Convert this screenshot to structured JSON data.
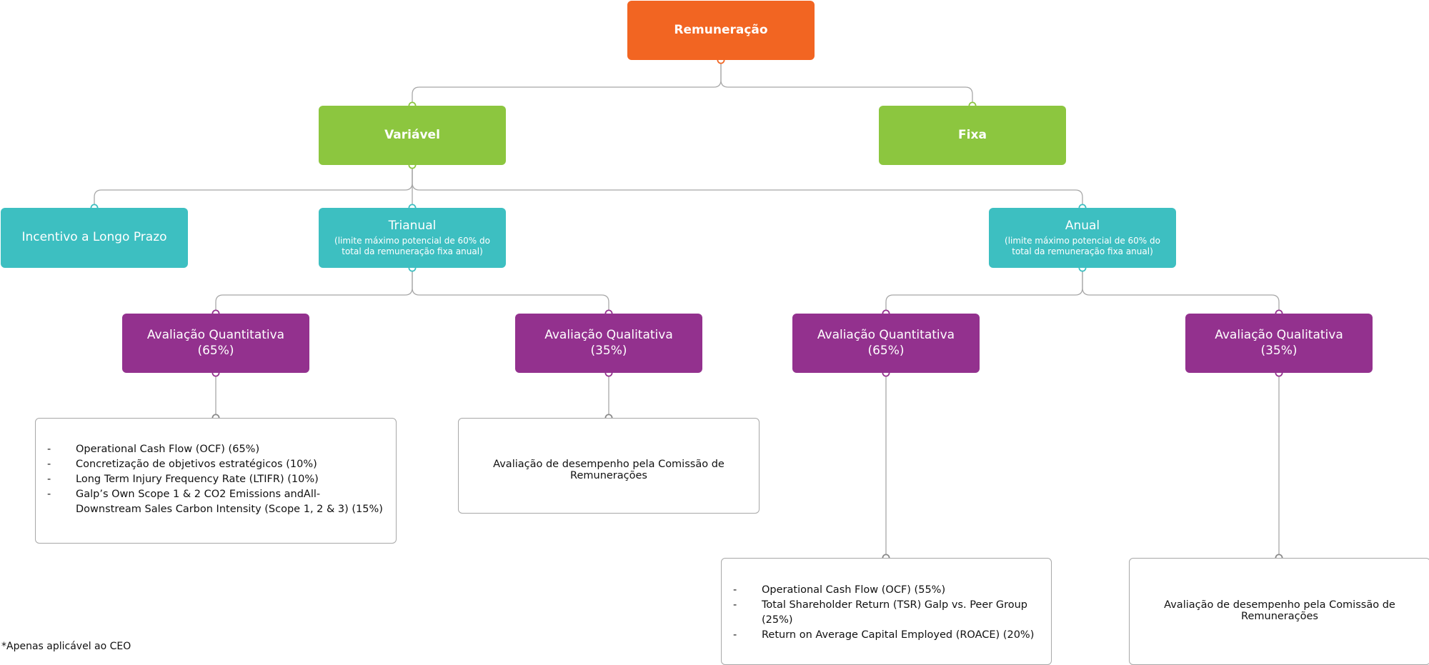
{
  "colors": {
    "root": "#f26522",
    "level1": "#8cc63f",
    "level2": "#3dbfc1",
    "level3": "#93318e",
    "connector": "#a8a8a8"
  },
  "root": {
    "label": "Remuneração"
  },
  "level1": {
    "variavel": "Variável",
    "fixa": "Fixa"
  },
  "level2": {
    "incentivo": "Incentivo a Longo Prazo",
    "trianual": {
      "title": "Trianual",
      "subtitle": "(limite máximo potencial de 60% do total da remuneração fixa anual)"
    },
    "anual": {
      "title": "Anual",
      "subtitle": "(limite máximo potencial de 60% do total da remuneração fixa anual)"
    }
  },
  "level3": {
    "tri_quant": {
      "title": "Avaliação Quantitativa",
      "weight": "(65%)"
    },
    "tri_qual": {
      "title": "Avaliação Qualitativa",
      "weight": "(35%)"
    },
    "anu_quant": {
      "title": "Avaliação Quantitativa",
      "weight": "(65%)"
    },
    "anu_qual": {
      "title": "Avaliação Qualitativa",
      "weight": "(35%)"
    }
  },
  "details": {
    "tri_quant_items": [
      "Operational Cash Flow (OCF) (65%)",
      "Concretização de objetivos estratégicos (10%)",
      "Long Term Injury Frequency Rate (LTIFR) (10%)",
      "Galp’s Own Scope 1 & 2 CO2 Emissions andAll-Downstream Sales Carbon Intensity (Scope 1, 2 & 3) (15%)"
    ],
    "tri_qual_text": "Avaliação de desempenho pela Comissão de Remunerações",
    "anu_quant_items": [
      "Operational Cash Flow (OCF) (55%)",
      "Total Shareholder Return (TSR) Galp vs. Peer Group (25%)",
      "Return on Average Capital Employed (ROACE) (20%)"
    ],
    "anu_qual_text": "Avaliação de desempenho pela Comissão de Remunerações"
  },
  "dash": "-",
  "footnote": "*Apenas aplicável ao CEO"
}
